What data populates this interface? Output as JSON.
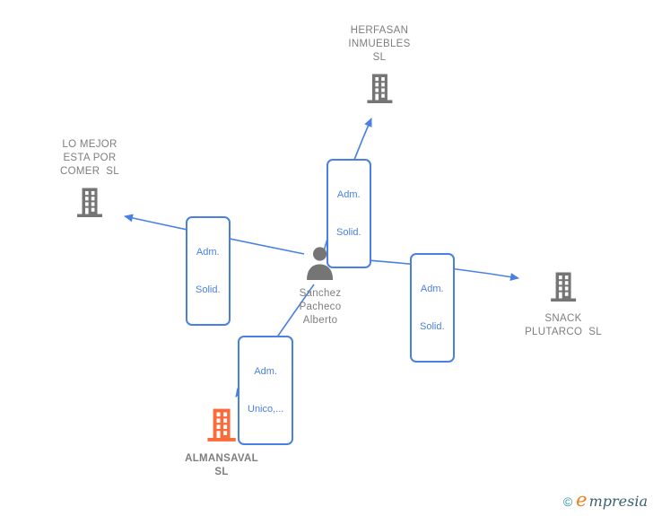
{
  "diagram": {
    "person": {
      "name_lines": [
        "Sanchez",
        "Pacheco",
        "Alberto"
      ]
    },
    "companies": {
      "herfasan": {
        "lines": [
          "HERFASAN",
          "INMUEBLES",
          "SL"
        ]
      },
      "lo_mejor": {
        "lines": [
          "LO MEJOR",
          "ESTA POR",
          "COMER  SL"
        ]
      },
      "snack": {
        "lines": [
          "SNACK",
          "PLUTARCO  SL"
        ]
      },
      "almansaval": {
        "lines": [
          "ALMANSAVAL",
          "SL"
        ]
      }
    },
    "edge_labels": {
      "to_herfasan": {
        "lines": [
          "Adm.",
          "Solid."
        ]
      },
      "to_lo_mejor": {
        "lines": [
          "Adm.",
          "Solid."
        ]
      },
      "to_snack": {
        "lines": [
          "Adm.",
          "Solid."
        ]
      },
      "to_almansaval": {
        "lines": [
          "Adm.",
          "Unico,..."
        ]
      }
    }
  },
  "colors": {
    "edge_blue": "#4a80e1",
    "company_text": "#7e7e7e",
    "person_text": "#7e7e7e",
    "icon_gray": "#757575",
    "icon_orange": "#fb6a38",
    "wm_teal": "#2d93a8",
    "wm_orange": "#ef7f1d",
    "wm_dark": "#39606f"
  },
  "watermark": {
    "copyright_symbol": "©",
    "brand_first_letter": "e",
    "brand_rest": "mpresia"
  }
}
